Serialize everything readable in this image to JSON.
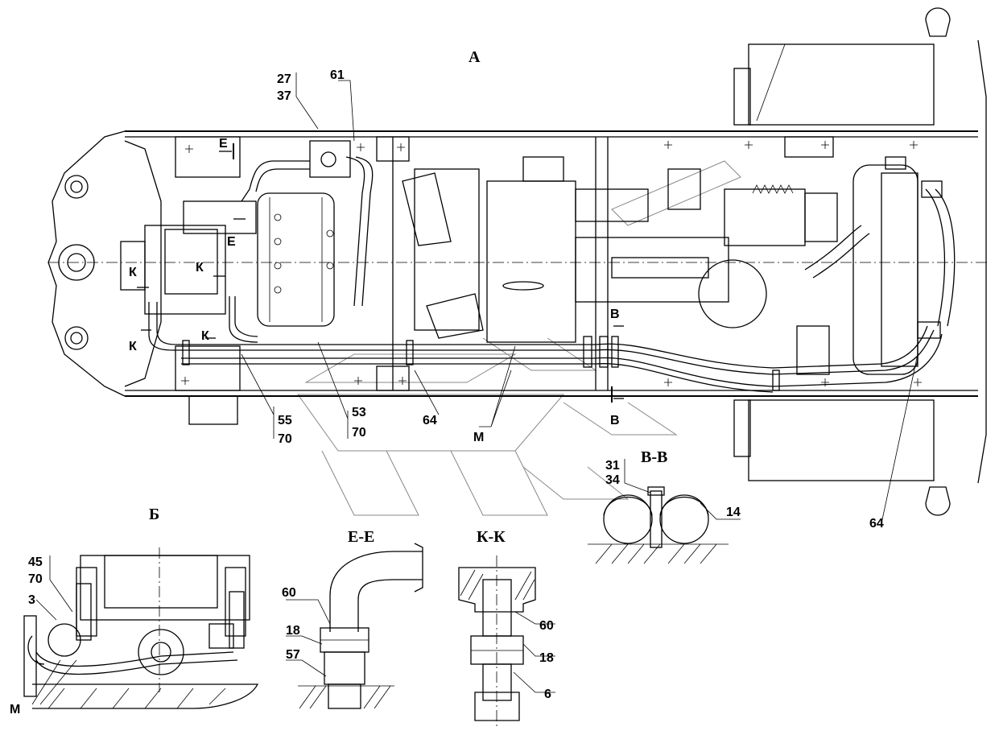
{
  "views": {
    "main": "А",
    "detail_b": "Б",
    "section_ee": "Е-Е",
    "section_kk": "К-К",
    "section_vv": "В-В"
  },
  "markers": {
    "e_top": "Е",
    "e_mid": "Е",
    "k_left_top": "К",
    "k_mid": "К",
    "k_left_bottom": "К",
    "k_low": "К",
    "v_top": "В",
    "v_bottom": "В"
  },
  "callouts": {
    "c27": "27",
    "c37": "37",
    "c61": "61",
    "c55": "55",
    "c70a": "70",
    "c53": "53",
    "c70b": "70",
    "c64a": "64",
    "cMa": "М",
    "c64b": "64",
    "c31": "31",
    "c34": "34",
    "c14": "14",
    "c45": "45",
    "c70c": "70",
    "c3": "3",
    "cMb": "М",
    "ee60": "60",
    "ee18": "18",
    "ee57": "57",
    "kk60": "60",
    "kk18": "18",
    "kk6": "6"
  }
}
